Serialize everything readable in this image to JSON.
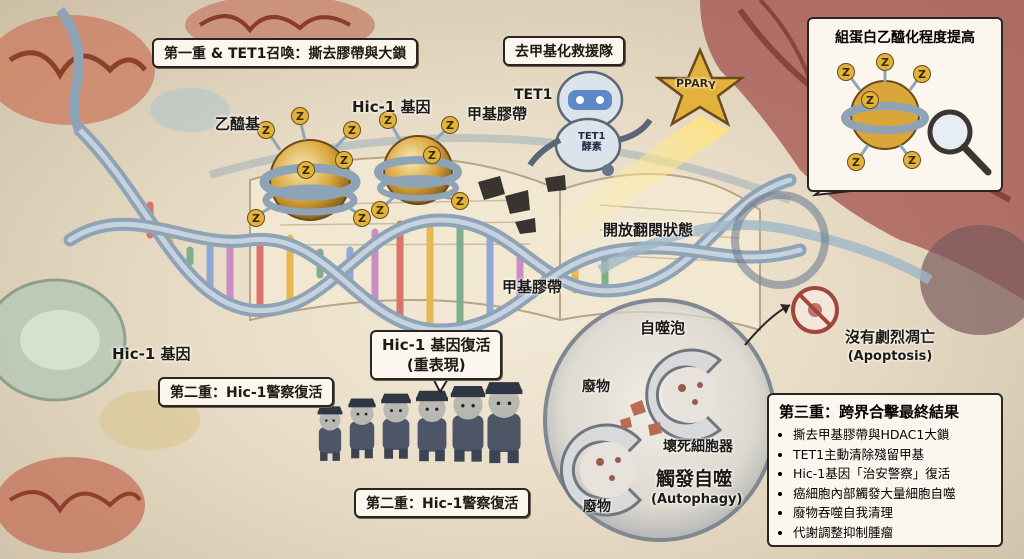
{
  "header": {
    "stage1_title": "第一重 & TET1召喚：撕去膠帶與大鎖",
    "rescue_team": "去甲基化救援隊"
  },
  "badge": {
    "text": "PPARγ"
  },
  "robot": {
    "name_label": "TET1",
    "chest_line1": "TET1",
    "chest_line2": "酵素"
  },
  "labels": {
    "acetyl": "乙醯基",
    "hic1_gene_top": "Hic-1 基因",
    "methyl_tape_top": "甲基膠帶",
    "open_state": "開放翻閱狀態",
    "methyl_tape_bottom": "甲基膠帶",
    "hic1_gene_left": "Hic-1 基因",
    "acetyl_marker": "Z"
  },
  "stage2": {
    "left_box": "第二重：Hic-1警察復活",
    "revive_line1": "Hic-1 基因復活",
    "revive_line2": "(重表現)",
    "bottom_box": "第二重：Hic-1警察復活"
  },
  "autophagy": {
    "autophagosome": "自噬泡",
    "waste_top": "廢物",
    "waste_bottom": "廢物",
    "necrotic_organelle": "壞死細胞器",
    "trigger": "觸發自噬",
    "trigger_en": "(Autophagy)"
  },
  "apoptosis": {
    "line1": "沒有劇烈凋亡",
    "line2": "(Apoptosis)"
  },
  "acetyl_panel": {
    "title": "組蛋白乙醯化程度提高"
  },
  "results": {
    "title": "第三重：跨界合擊最終結果",
    "items": [
      "撕去甲基膠帶與HDAC1大鎖",
      "TET1主動清除殘留甲基",
      "Hic-1基因「治安警察」復活",
      "癌細胞內部觸發大量細胞自噬",
      "廢物吞噬自我清理",
      "代謝調整抑制腫瘤"
    ]
  },
  "colors": {
    "background": "#efe5d2",
    "dna_strand": "#9fb3c4",
    "dna_rung_palette": [
      "#d9746a",
      "#e6b84f",
      "#7fae8c",
      "#8fa9d6",
      "#c98fc4"
    ],
    "acetyl_gold": "#e2b33a",
    "police_navy": "#4d5566",
    "membrane_red": "#a7463f",
    "box_border": "#2a2521"
  }
}
